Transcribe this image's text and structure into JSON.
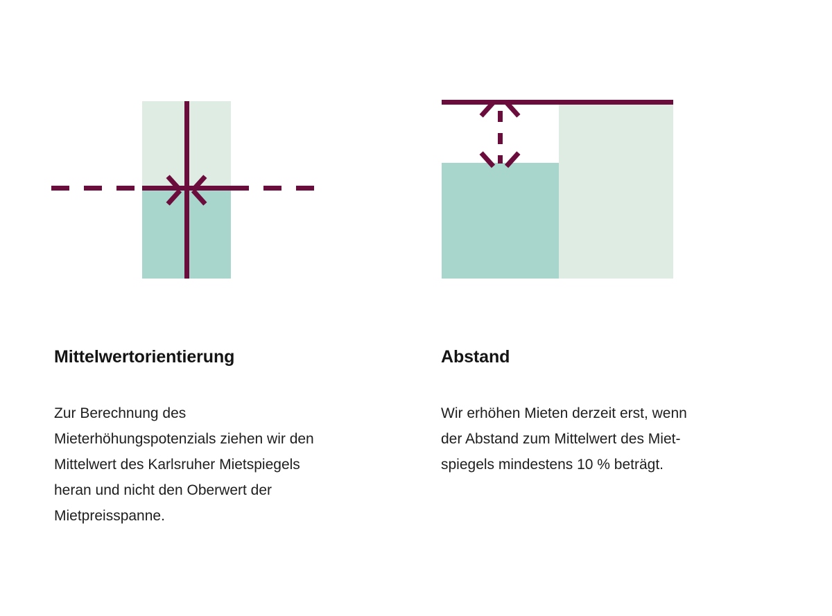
{
  "colors": {
    "accent_dark": "#6b0d3c",
    "bar_light": "#dfece4",
    "bar_teal": "#a8d6cd",
    "background": "#ffffff",
    "text": "#1a1a1a"
  },
  "columns": [
    {
      "id": "mittelwertorientierung",
      "heading": "Mittelwertorientierung",
      "body_lines": [
        "Zur Berechnung des",
        "Mieterhöhungspotenzials ziehen wir den",
        "Mittelwert des Karlsruher Mietspiegels",
        "heran und nicht den Oberwert der",
        "Mietpreisspanne."
      ],
      "body_text": "Zur Berechnung des Mieterhöhungspotenzials ziehen wir den Mittelwert des Karlsruher Mietspiegels heran und nicht den Oberwert der Mietpreisspanne.",
      "figure": {
        "name": "mean-alignment-diagram",
        "description": "Senkrechter Balken mit heller oberer und türkiser unterer Hälfte, durchkreuzt von einer gestrichelten Mittelwertlinie und zwei aufeinander zulaufenden Pfeilen."
      }
    },
    {
      "id": "abstand",
      "heading": "Abstand",
      "body_lines": [
        "Wir erhöhen Mieten derzeit erst, wenn",
        "der Abstand zum Mittelwert des Miet-",
        "spiegels mindestens 10 % beträgt."
      ],
      "body_text": "Wir erhöhen Mieten derzeit erst, wenn der Abstand zum Mittelwert des Mietspiegels mindestens 10 % beträgt.",
      "figure": {
        "name": "distance-diagram",
        "description": "Zwei Balken unterschiedlicher Höhe unter einer durchgezogenen Oberwertlinie, dazwischen ein gestrichelter Doppelpfeil, der den Abstand markiert."
      }
    }
  ]
}
